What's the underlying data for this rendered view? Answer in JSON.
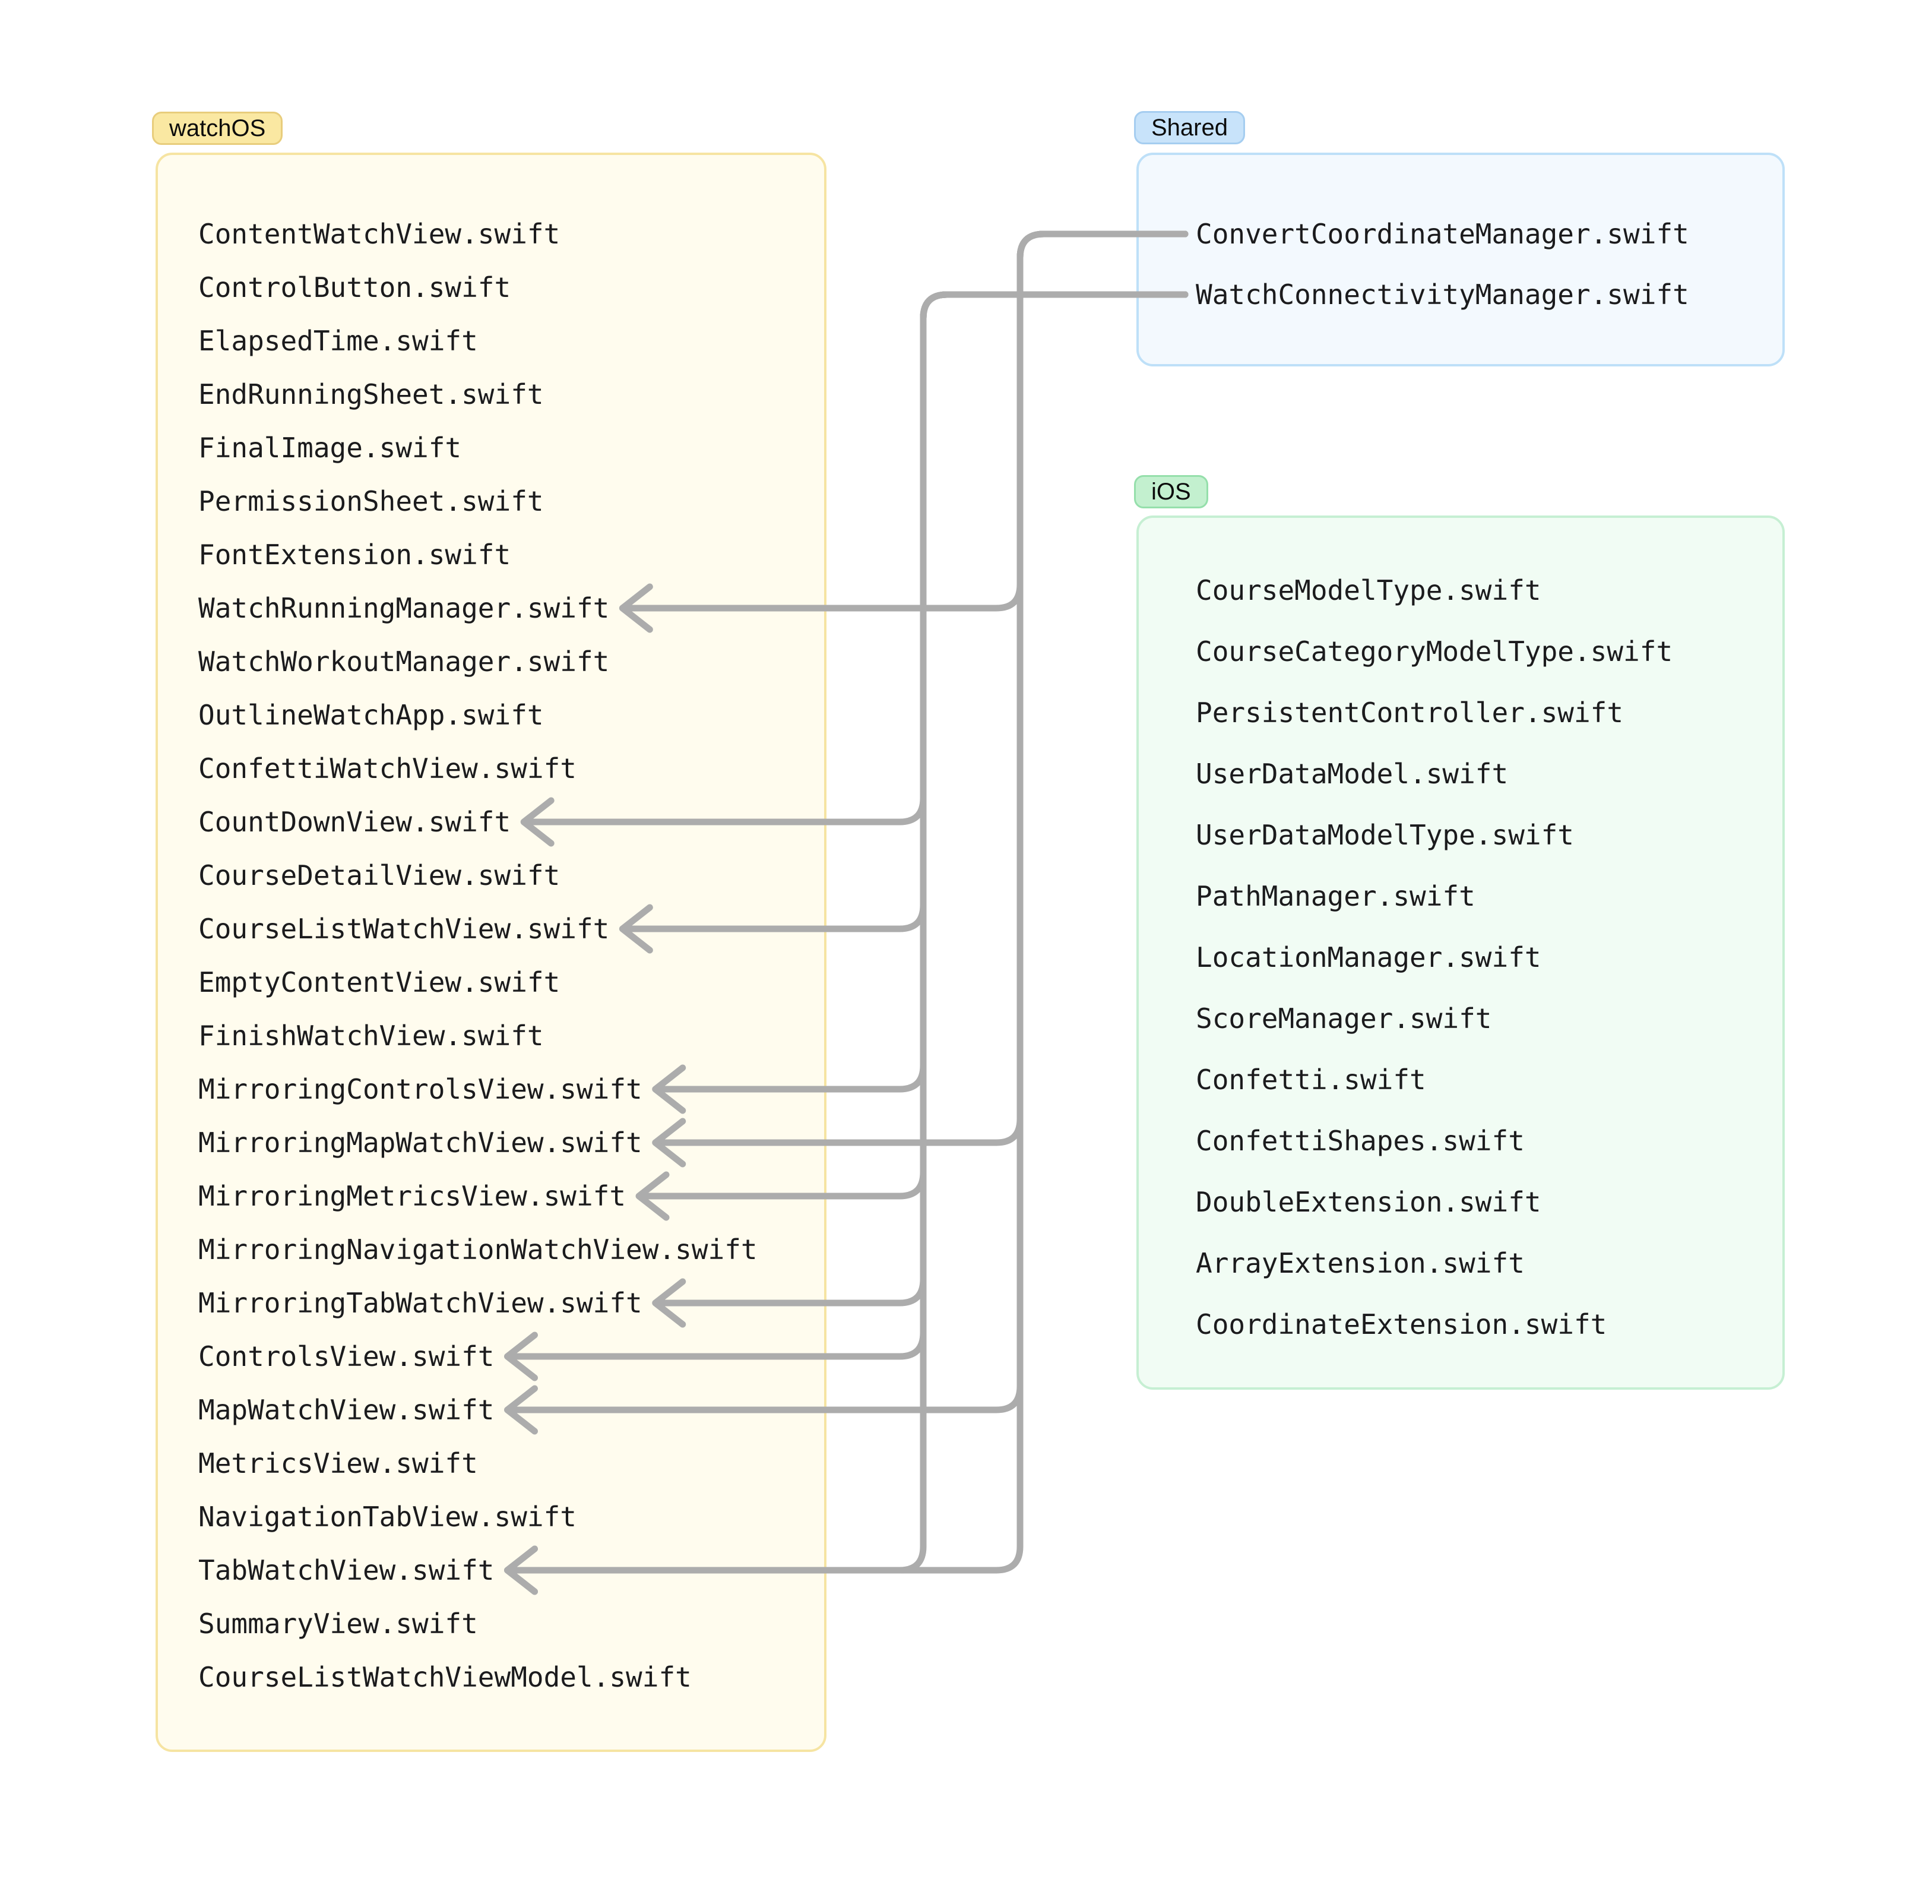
{
  "diagram": {
    "connector_color": "#ACACAC",
    "text_color": "#1B1B1D",
    "groups": [
      {
        "id": "watchos",
        "label": "watchOS",
        "badge_bg": "#FAE8A2",
        "badge_border": "#E8CD7C",
        "box_bg": "#FFFCEE",
        "box_border": "#F6E4A2",
        "files": [
          "ContentWatchView.swift",
          "ControlButton.swift",
          "ElapsedTime.swift",
          "EndRunningSheet.swift",
          "FinalImage.swift",
          "PermissionSheet.swift",
          "FontExtension.swift",
          "WatchRunningManager.swift",
          "WatchWorkoutManager.swift",
          "OutlineWatchApp.swift",
          "ConfettiWatchView.swift",
          "CountDownView.swift",
          "CourseDetailView.swift",
          "CourseListWatchView.swift",
          "EmptyContentView.swift",
          "FinishWatchView.swift",
          "MirroringControlsView.swift",
          "MirroringMapWatchView.swift",
          "MirroringMetricsView.swift",
          "MirroringNavigationWatchView.swift",
          "MirroringTabWatchView.swift",
          "ControlsView.swift",
          "MapWatchView.swift",
          "MetricsView.swift",
          "NavigationTabView.swift",
          "TabWatchView.swift",
          "SummaryView.swift",
          "CourseListWatchViewModel.swift"
        ]
      },
      {
        "id": "shared",
        "label": "Shared",
        "badge_bg": "#C8E3FA",
        "badge_border": "#A5CDF0",
        "box_bg": "#F3F9FE",
        "box_border": "#BEE0F8",
        "files": [
          "ConvertCoordinateManager.swift",
          "WatchConnectivityManager.swift"
        ]
      },
      {
        "id": "ios",
        "label": "iOS",
        "badge_bg": "#C3F0CF",
        "badge_border": "#95DFAB",
        "box_bg": "#F1FCF4",
        "box_border": "#C6EFD3",
        "files": [
          "CourseModelType.swift",
          "CourseCategoryModelType.swift",
          "PersistentController.swift",
          "UserDataModel.swift",
          "UserDataModelType.swift",
          "PathManager.swift",
          "LocationManager.swift",
          "ScoreManager.swift",
          "Confetti.swift",
          "ConfettiShapes.swift",
          "DoubleExtension.swift",
          "ArrayExtension.swift",
          "CoordinateExtension.swift"
        ]
      }
    ],
    "edges": [
      {
        "from": "ConvertCoordinateManager.swift",
        "to": "WatchRunningManager.swift"
      },
      {
        "from": "ConvertCoordinateManager.swift",
        "to": "MirroringMapWatchView.swift"
      },
      {
        "from": "ConvertCoordinateManager.swift",
        "to": "MapWatchView.swift"
      },
      {
        "from": "ConvertCoordinateManager.swift",
        "to": "TabWatchView.swift"
      },
      {
        "from": "WatchConnectivityManager.swift",
        "to": "CountDownView.swift"
      },
      {
        "from": "WatchConnectivityManager.swift",
        "to": "CourseListWatchView.swift"
      },
      {
        "from": "WatchConnectivityManager.swift",
        "to": "MirroringControlsView.swift"
      },
      {
        "from": "WatchConnectivityManager.swift",
        "to": "MirroringMetricsView.swift"
      },
      {
        "from": "WatchConnectivityManager.swift",
        "to": "MirroringTabWatchView.swift"
      },
      {
        "from": "WatchConnectivityManager.swift",
        "to": "ControlsView.swift"
      },
      {
        "from": "WatchConnectivityManager.swift",
        "to": "TabWatchView.swift"
      }
    ]
  }
}
